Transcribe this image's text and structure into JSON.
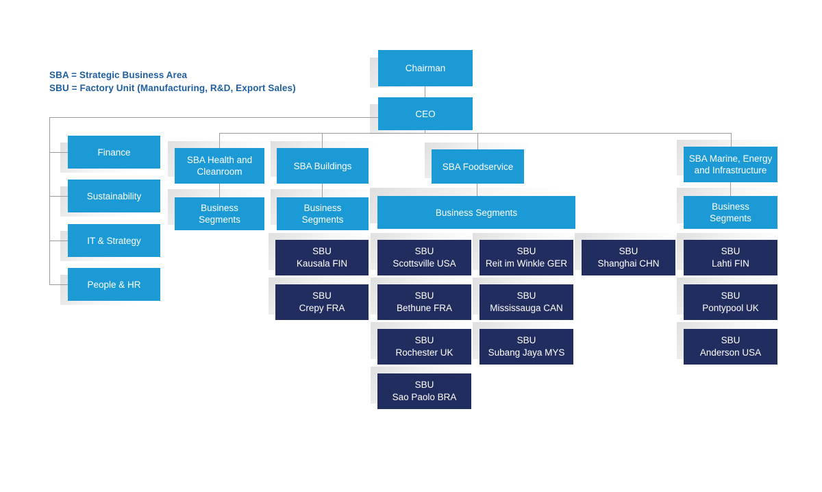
{
  "legend": {
    "line1": "SBA = Strategic Business Area",
    "line2": "SBU = Factory Unit (Manufacturing, R&D, Export Sales)",
    "color": "#1f5fa0"
  },
  "colors": {
    "primary_blue": "#1b9ad6",
    "navy": "#222d5f",
    "connector": "#9a9a9a",
    "background": "#ffffff",
    "text_on_box": "#ffffff"
  },
  "executive": {
    "chairman": "Chairman",
    "ceo": "CEO"
  },
  "staff_functions": [
    {
      "label": "Finance"
    },
    {
      "label": "Sustainability"
    },
    {
      "label": "IT & Strategy"
    },
    {
      "label": "People & HR"
    }
  ],
  "business_areas": [
    {
      "name": "SBA Health and Cleanroom",
      "name_line1": "SBA Health and",
      "name_line2": "Cleanroom",
      "segments_line1": "Business",
      "segments_line2": "Segments"
    },
    {
      "name": "SBA Buildings",
      "name_line1": "SBA Buildings",
      "name_line2": "",
      "segments_line1": "Business",
      "segments_line2": "Segments"
    },
    {
      "name": "SBA Foodservice",
      "name_line1": "SBA Foodservice",
      "name_line2": "",
      "segments_line1": "Business Segments",
      "segments_line2": ""
    },
    {
      "name": "SBA Marine, Energy and Infrastructure",
      "name_line1": "SBA Marine, Energy",
      "name_line2": "and Infrastructure",
      "segments_line1": "Business",
      "segments_line2": "Segments"
    }
  ],
  "factory_units": [
    {
      "prefix": "SBU",
      "location": "Kausala FIN",
      "column": 1,
      "row": 1
    },
    {
      "prefix": "SBU",
      "location": "Scottsville USA",
      "column": 2,
      "row": 1
    },
    {
      "prefix": "SBU",
      "location": "Reit im Winkle GER",
      "column": 3,
      "row": 1
    },
    {
      "prefix": "SBU",
      "location": "Shanghai CHN",
      "column": 4,
      "row": 1
    },
    {
      "prefix": "SBU",
      "location": "Lahti FIN",
      "column": 5,
      "row": 1
    },
    {
      "prefix": "SBU",
      "location": "Crepy FRA",
      "column": 1,
      "row": 2
    },
    {
      "prefix": "SBU",
      "location": "Bethune FRA",
      "column": 2,
      "row": 2
    },
    {
      "prefix": "SBU",
      "location": "Mississauga CAN",
      "column": 3,
      "row": 2
    },
    {
      "prefix": "SBU",
      "location": "Pontypool UK",
      "column": 5,
      "row": 2
    },
    {
      "prefix": "SBU",
      "location": "Rochester UK",
      "column": 2,
      "row": 3
    },
    {
      "prefix": "SBU",
      "location": "Subang Jaya MYS",
      "column": 3,
      "row": 3
    },
    {
      "prefix": "SBU",
      "location": "Anderson USA",
      "column": 5,
      "row": 3
    },
    {
      "prefix": "SBU",
      "location": "Sao Paolo BRA",
      "column": 2,
      "row": 4
    }
  ]
}
